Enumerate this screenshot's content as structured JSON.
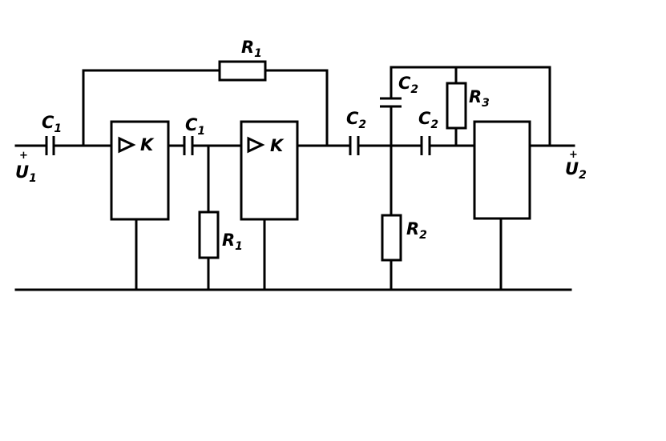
{
  "labels": {
    "c1_in": {
      "main": "C",
      "sub": "1"
    },
    "c1_mid": {
      "main": "C",
      "sub": "1"
    },
    "c2_a": {
      "main": "C",
      "sub": "2"
    },
    "c2_b": {
      "main": "C",
      "sub": "2"
    },
    "c2_top": {
      "main": "C",
      "sub": "2"
    },
    "r1_top": {
      "main": "R",
      "sub": "1"
    },
    "r1_mid": {
      "main": "R",
      "sub": "1"
    },
    "r2": {
      "main": "R",
      "sub": "2"
    },
    "r3": {
      "main": "R",
      "sub": "3"
    },
    "u1": {
      "main": "U",
      "sub": "1",
      "sign": "+"
    },
    "u2": {
      "main": "U",
      "sub": "2",
      "sign": "+"
    },
    "amp1": "K",
    "amp2": "K"
  }
}
